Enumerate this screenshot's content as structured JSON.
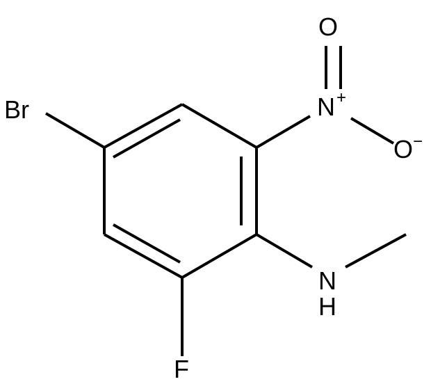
{
  "structure": {
    "atoms": {
      "bromine": "Br",
      "fluorine": "F",
      "nitro_nitrogen": "N",
      "nitro_nitrogen_charge": "+",
      "double_bonded_oxygen": "O",
      "oxide_oxygen": "O",
      "oxide_charge": "−",
      "amine_nitrogen": "N",
      "amine_hydrogen": "H"
    },
    "colors": {
      "bond": "#000000",
      "label": "#000000",
      "background": "#ffffff"
    }
  }
}
